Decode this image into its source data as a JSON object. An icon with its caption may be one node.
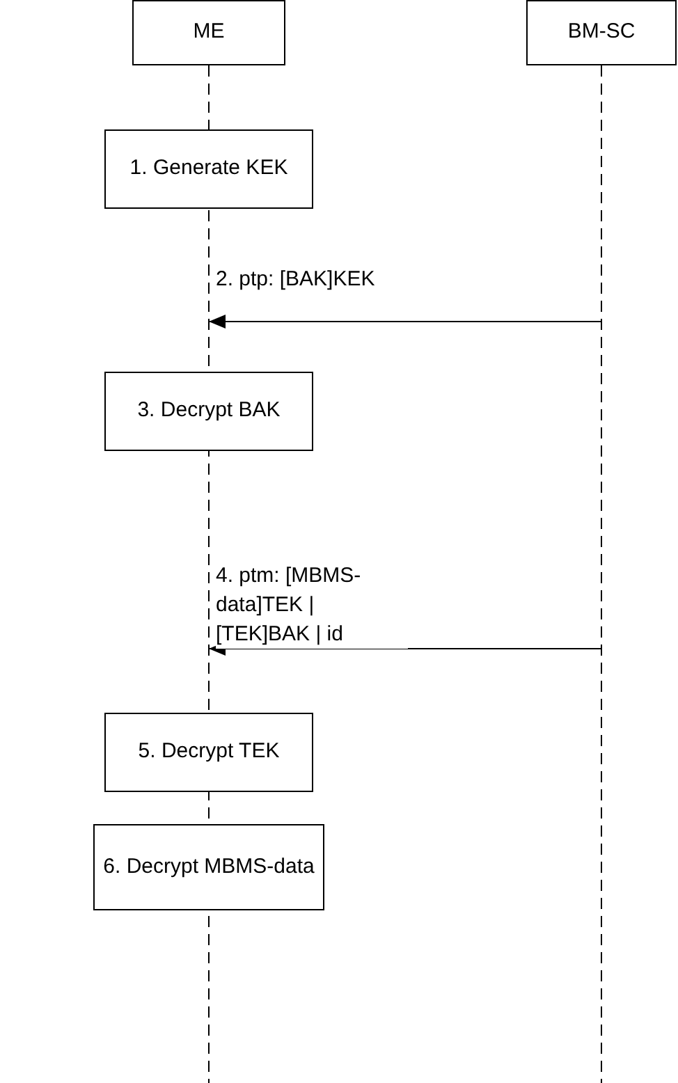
{
  "diagram": {
    "nodes": [
      {
        "text": [
          "ME"
        ]
      },
      {
        "text": [
          "BM-SC"
        ]
      },
      {
        "text": [
          "1. Generate KEK"
        ]
      },
      {
        "text": [
          "3. Decrypt BAK"
        ]
      },
      {
        "text": [
          "5. Decrypt TEK"
        ]
      },
      {
        "text": [
          "6. Decrypt MBMS-data"
        ]
      }
    ],
    "edges": [
      {
        "from": 1,
        "to": 0,
        "arrow": "to",
        "label": "2. ptp: [BAK]KEK"
      },
      {
        "from": 1,
        "to": 0,
        "arrow": "to",
        "label": "4. ptm: [MBMS-data]TEK | [TEK]BAK | id"
      }
    ]
  }
}
